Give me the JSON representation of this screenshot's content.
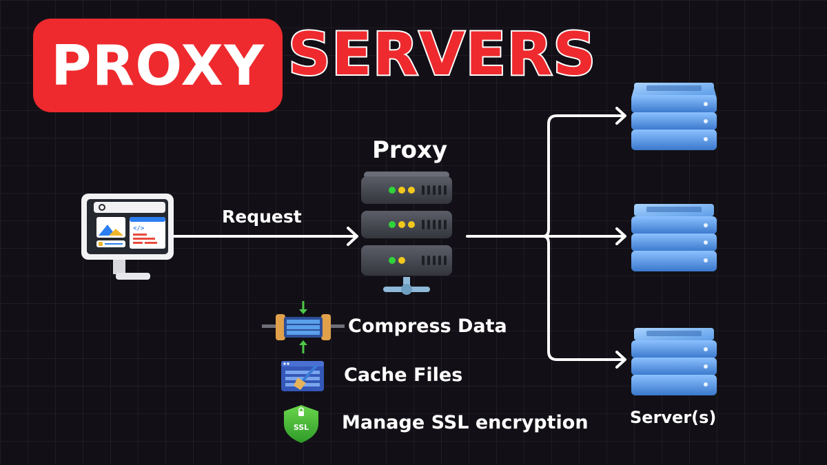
{
  "title": {
    "highlight": "PROXY",
    "rest": "SERVERS"
  },
  "diagram": {
    "proxy_label": "Proxy",
    "request_label": "Request",
    "servers_label": "Server(s)",
    "features": [
      {
        "icon": "compress-data-icon",
        "label": "Compress Data"
      },
      {
        "icon": "cache-files-icon",
        "label": "Cache Files"
      },
      {
        "icon": "ssl-shield-icon",
        "label": "Manage SSL encryption",
        "icon_text": "SSL"
      }
    ]
  },
  "colors": {
    "background": "#121016",
    "accent_red": "#ee2a2e",
    "arrow": "#ffffff",
    "server_blue": "#5a9be6",
    "proxy_gray": "#4a4c55",
    "led_green": "#2fd43a",
    "led_yellow": "#f2c81d"
  }
}
